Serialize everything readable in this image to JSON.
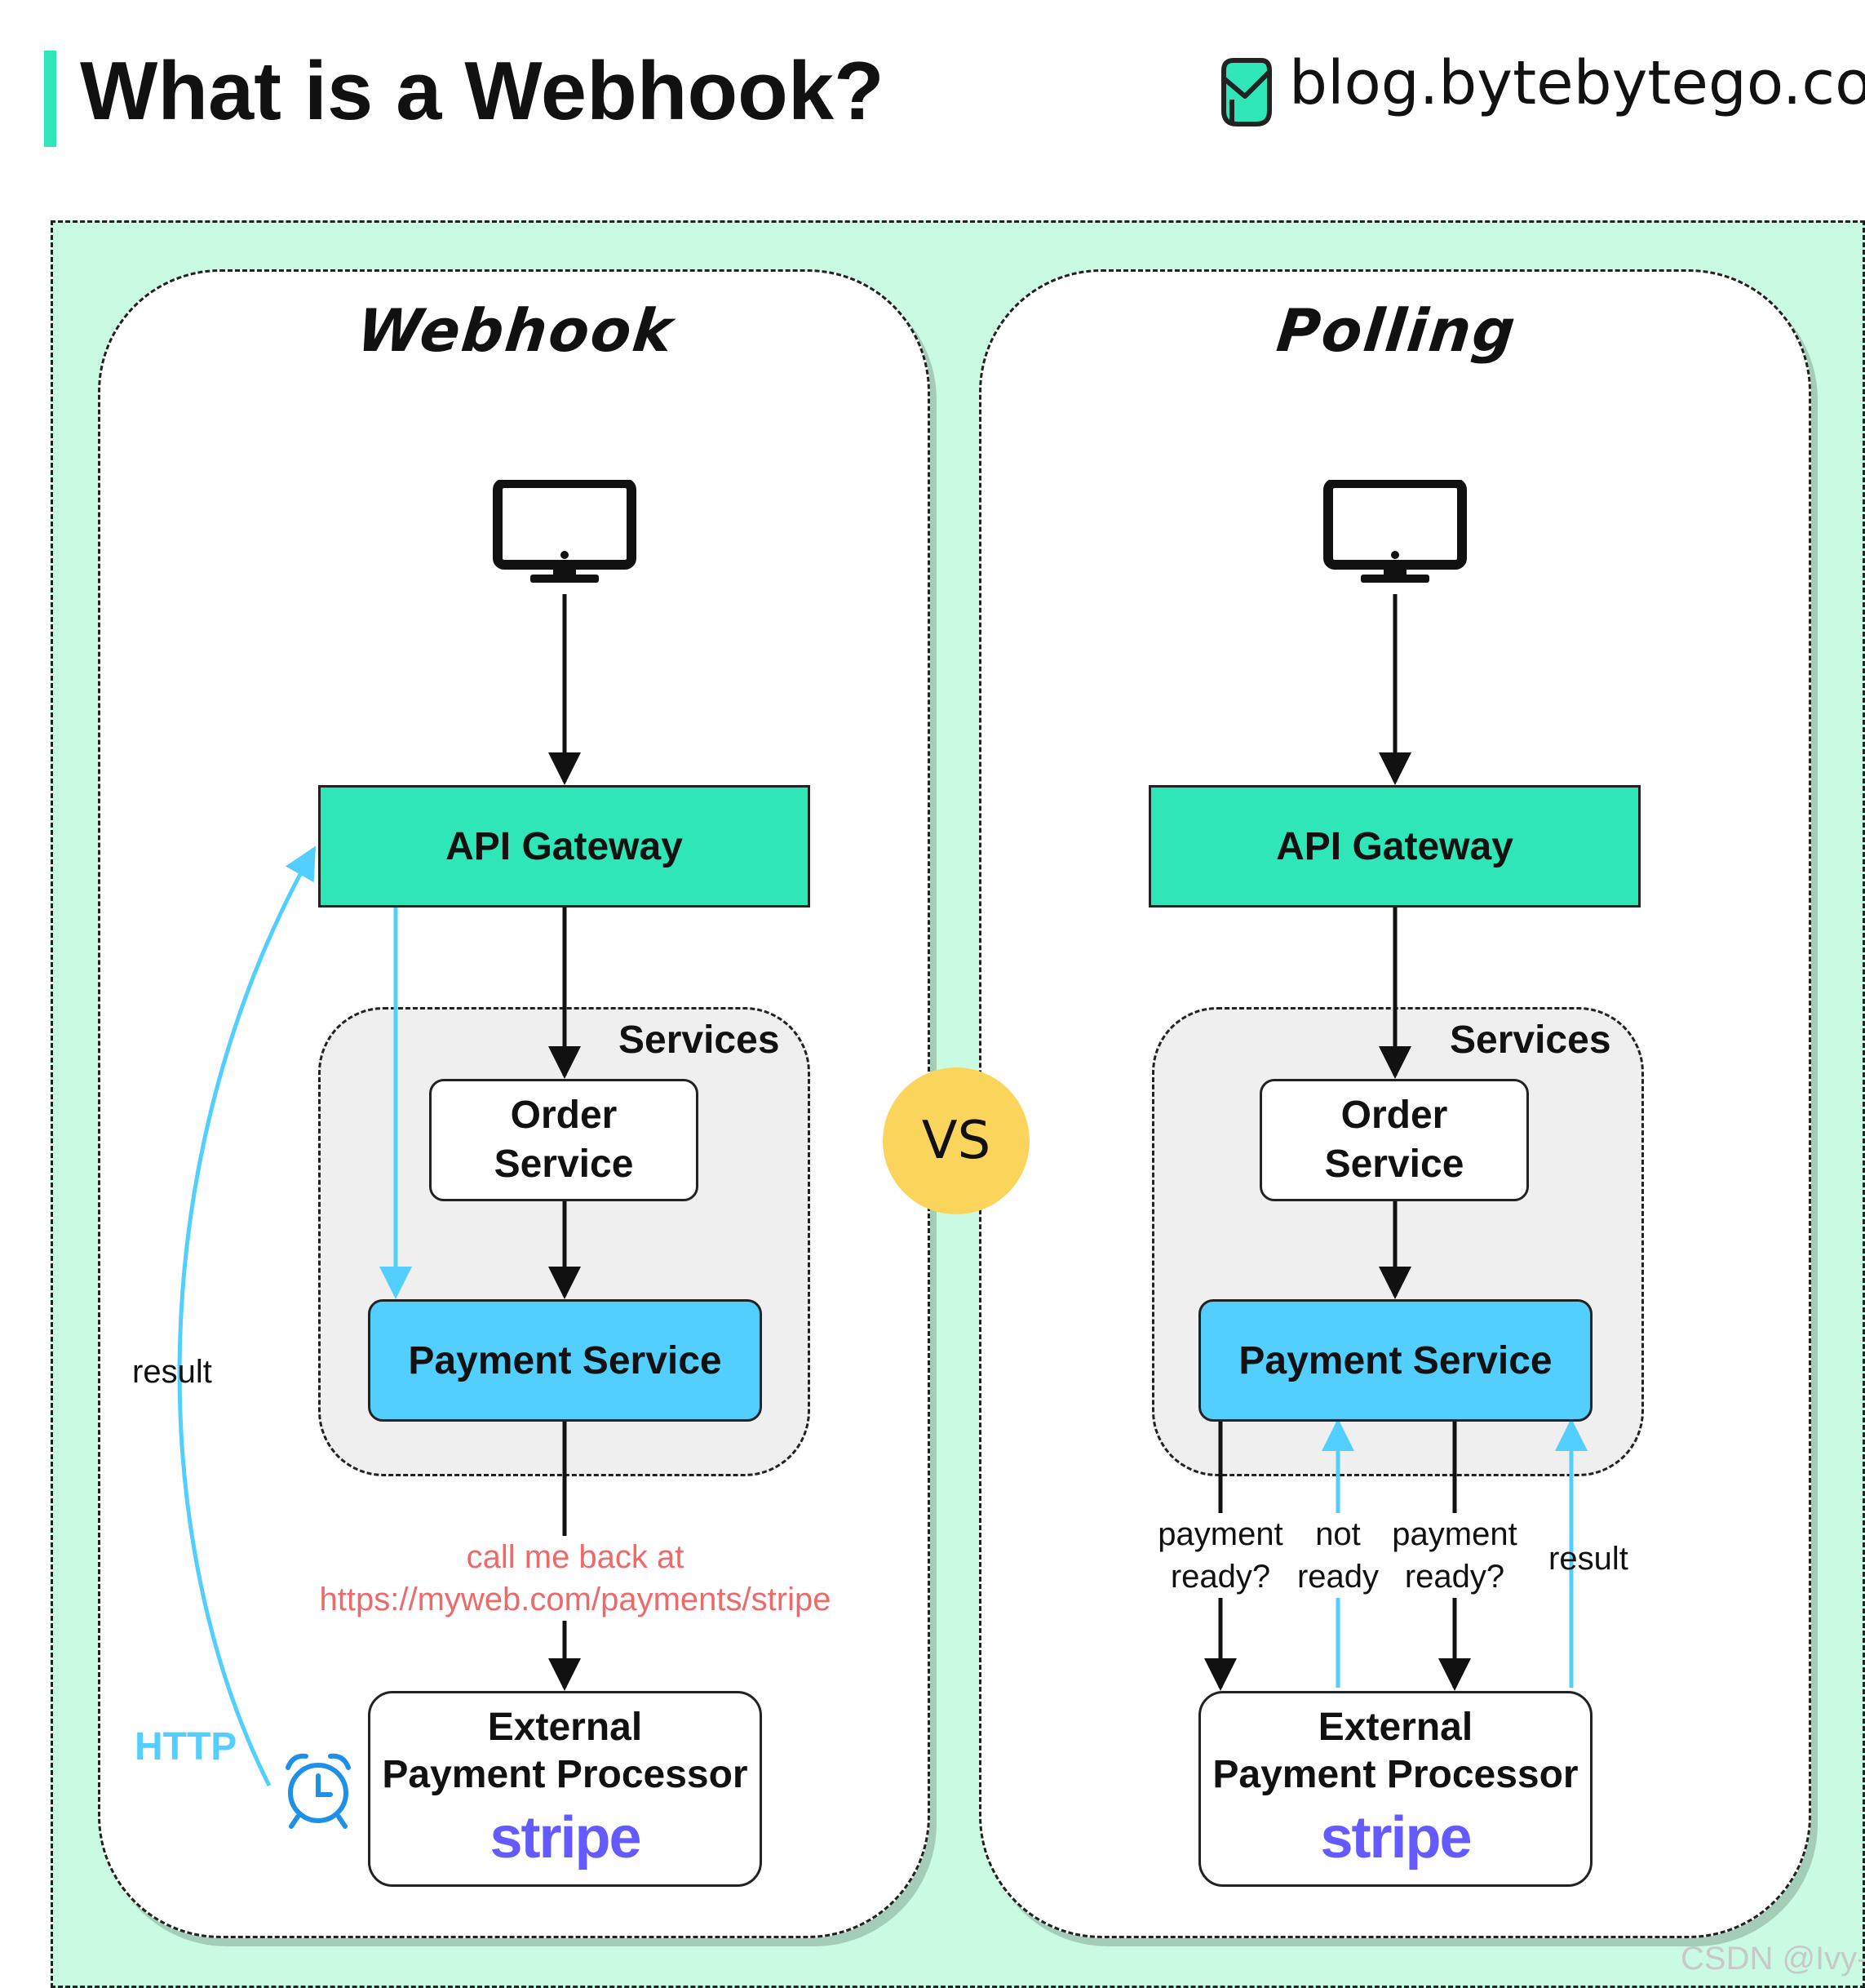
{
  "title": "What is a Webhook?",
  "brand": {
    "url": "blog.bytebytego.com"
  },
  "colors": {
    "accent_green": "#2ee6b6",
    "background_mint": "#c9fbe2",
    "payment_blue": "#52cffe",
    "vs_yellow": "#fbd55b",
    "callback_red": "#ec6a6a",
    "stripe_purple": "#635bff"
  },
  "webhook": {
    "title": "Webhook",
    "client_icon": "monitor-icon",
    "gateway": "API Gateway",
    "services_label": "Services",
    "order_service": "Order Service",
    "payment_service": "Payment Service",
    "callback_text": "call me back at https://myweb.com/payments/stripe",
    "external_title": "External Payment Processor",
    "stripe": "stripe",
    "result_label": "result",
    "http_label": "HTTP",
    "alarm_icon": "alarm-clock-icon"
  },
  "vs": "VS",
  "polling": {
    "title": "Polling",
    "client_icon": "monitor-icon",
    "gateway": "API Gateway",
    "services_label": "Services",
    "order_service": "Order Service",
    "payment_service": "Payment Service",
    "labels": [
      "payment ready?",
      "not ready",
      "payment ready?",
      "result"
    ],
    "external_title": "External Payment Processor",
    "stripe": "stripe"
  },
  "watermark": "CSDN @Ivy-"
}
